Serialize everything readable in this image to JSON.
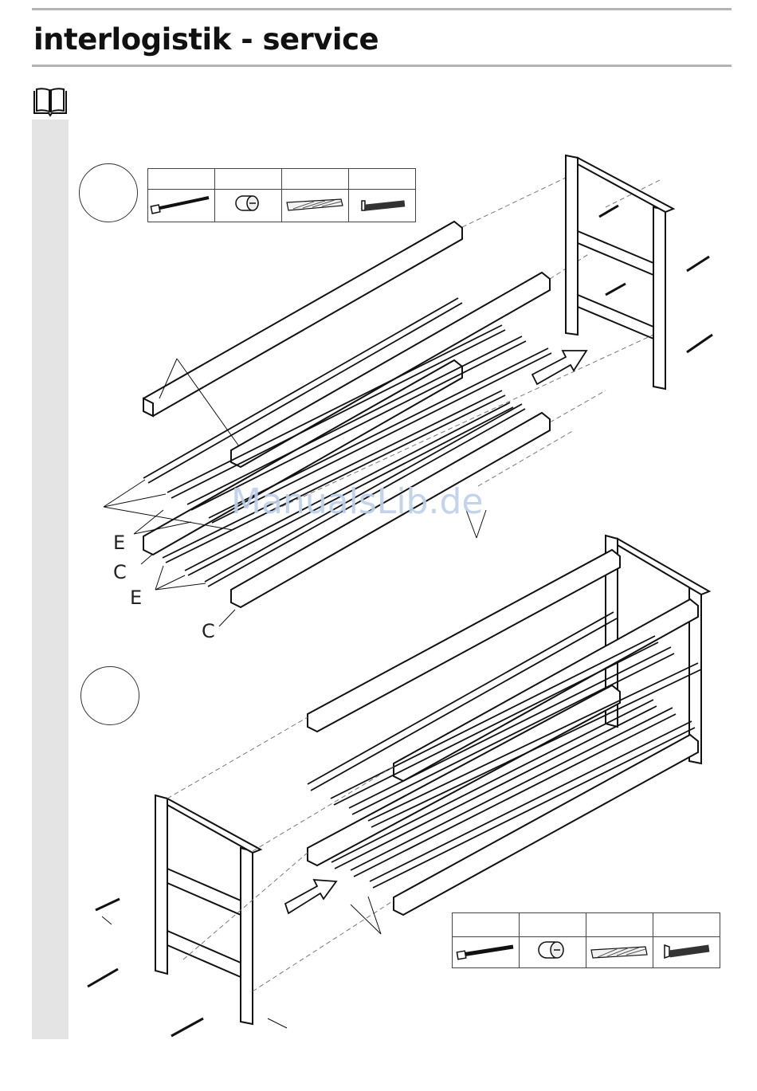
{
  "header": {
    "brand": "interlogistik - service"
  },
  "watermark": "ManualsLib.de",
  "labels": {
    "e1": "E",
    "c1": "C",
    "e2": "E",
    "c2": "C"
  },
  "icons": {
    "manual": "open-book-icon",
    "screw": "screw-icon",
    "cam_nut": "cam-nut-icon",
    "dowel": "wooden-dowel-icon",
    "bolt": "bolt-icon"
  },
  "colors": {
    "rule": "#b3b3b3",
    "sidebar": "#e4e4e4",
    "watermark": "#bcd0ec",
    "ink": "#111111"
  }
}
